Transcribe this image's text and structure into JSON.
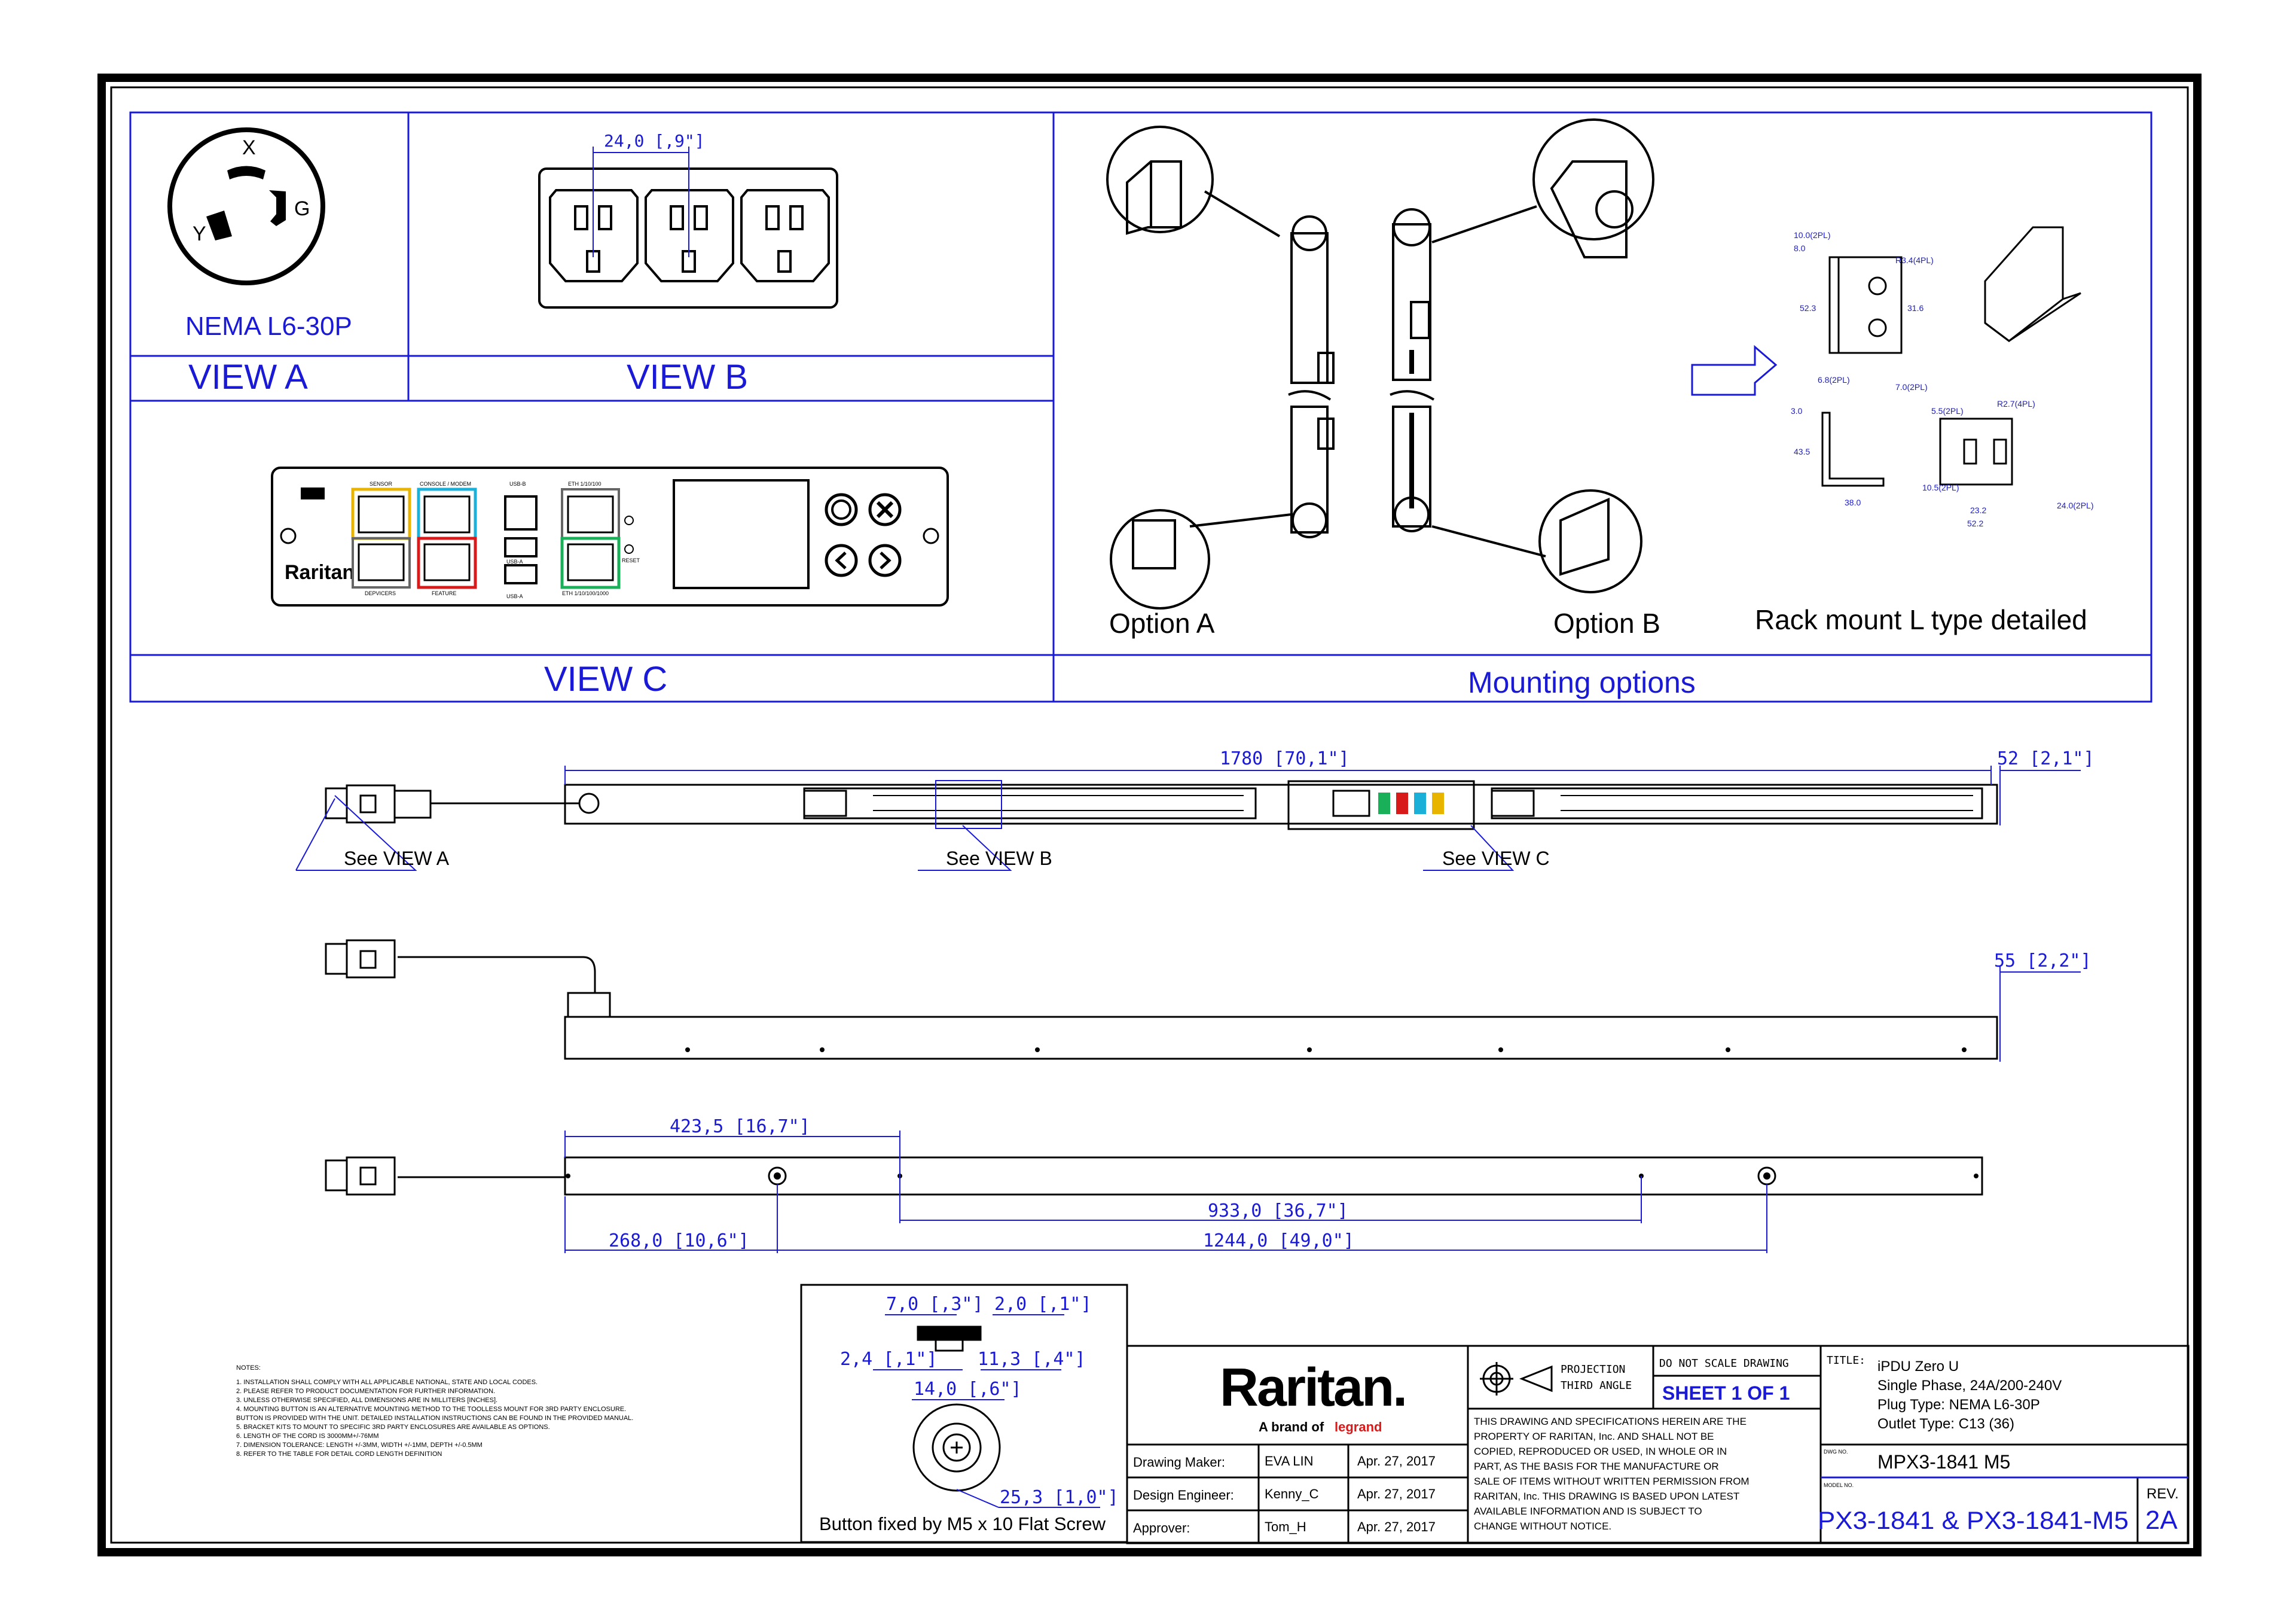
{
  "views": {
    "view_a": {
      "label": "VIEW A",
      "plug_caption": "NEMA L6-30P",
      "pin_x": "X",
      "pin_y": "Y",
      "pin_g": "G"
    },
    "view_b": {
      "label": "VIEW B",
      "dim": "24,0 [,9\"]"
    },
    "view_c": {
      "label": "VIEW C",
      "brand": "Raritan",
      "port_labels": [
        "SENSOR",
        "CONSOLE / MODEM",
        "USB-B",
        "ETH 1/10/100",
        "DEPVICERS",
        "FEATURE",
        "USB-A",
        "USB-A",
        "ETH 1/10/100/1000",
        "RESET"
      ]
    },
    "mounting": {
      "label": "Mounting options",
      "option_a": "Option A",
      "option_b": "Option B",
      "rack_detail": "Rack mount L type detailed"
    },
    "bracket_dims": [
      "10.0(2PL)",
      "8.0",
      "R3.4(4PL)",
      "52.3",
      "31.6",
      "6.8(2PL)",
      "7.0(2PL)",
      "5.5(2PL)",
      "R2.7(4PL)",
      "3.0",
      "43.5",
      "38.0",
      "10.5(2PL)",
      "23.2",
      "52.2",
      "24.0(2PL)"
    ]
  },
  "drawing": {
    "dim_length": "1780 [70,1\"]",
    "dim_width": "52 [2,1\"]",
    "dim_depth": "55 [2,2\"]",
    "see_view_a": "See VIEW A",
    "see_view_b": "See VIEW B",
    "see_view_c": "See VIEW C",
    "dim_4235": "423,5 [16,7\"]",
    "dim_933": "933,0 [36,7\"]",
    "dim_268": "268,0 [10,6\"]",
    "dim_1244": "1244,0 [49,0\"]"
  },
  "button_detail": {
    "caption": "Button fixed by M5 x 10 Flat Screw",
    "dim_70": "7,0 [,3\"]",
    "dim_20": "2,0 [,1\"]",
    "dim_24": "2,4 [,1\"]",
    "dim_113": "11,3 [,4\"]",
    "dim_140": "14,0 [,6\"]",
    "dim_253": "25,3 [1,0\"]"
  },
  "notes": {
    "title": "NOTES:",
    "lines": [
      "1. INSTALLATION SHALL COMPLY WITH ALL APPLICABLE NATIONAL, STATE AND LOCAL CODES.",
      "2. PLEASE REFER TO PRODUCT DOCUMENTATION FOR FURTHER INFORMATION.",
      "3. UNLESS OTHERWISE SPECIFIED, ALL DIMENSIONS ARE IN MILLITERS [INCHES].",
      "4. MOUNTING BUTTON IS AN ALTERNATIVE MOUNTING METHOD TO THE TOOLLESS MOUNT FOR 3RD PARTY ENCLOSURE.",
      "   BUTTON IS PROVIDED WITH THE UNIT. DETAILED INSTALLATION INSTRUCTIONS CAN BE FOUND IN THE PROVIDED MANUAL.",
      "5. BRACKET KITS TO MOUNT TO SPECIFIC 3RD PARTY ENCLOSURES ARE AVAILABLE AS OPTIONS.",
      "6. LENGTH OF THE CORD IS 3000MM+/-76MM",
      "7. DIMENSION TOLERANCE: LENGTH +/-3MM, WIDTH +/-1MM, DEPTH +/-0.5MM",
      "8. REFER TO THE TABLE FOR DETAIL CORD LENGTH DEFINITION"
    ]
  },
  "title_block": {
    "logo": "Raritan.",
    "brand_line": "A brand of",
    "brand_name": "legrand",
    "rows": [
      {
        "role": "Drawing Maker:",
        "name": "EVA LIN",
        "date": "Apr. 27, 2017"
      },
      {
        "role": "Design Engineer:",
        "name": "Kenny_C",
        "date": "Apr. 27, 2017"
      },
      {
        "role": "Approver:",
        "name": "Tom_H",
        "date": "Apr. 27, 2017"
      }
    ],
    "projection": "PROJECTION",
    "third_angle": "THIRD ANGLE",
    "do_not_scale": "DO NOT SCALE DRAWING",
    "sheet": "SHEET 1 OF 1",
    "property_text": [
      "THIS DRAWING AND SPECIFICATIONS HEREIN ARE THE",
      "PROPERTY OF RARITAN, Inc. AND SHALL NOT BE",
      "COPIED, REPRODUCED OR USED, IN WHOLE OR IN",
      "PART, AS THE BASIS FOR THE MANUFACTURE OR",
      "SALE OF ITEMS WITHOUT WRITTEN PERMISSION FROM",
      "RARITAN, Inc. THIS DRAWING IS BASED UPON LATEST",
      "AVAILABLE INFORMATION AND IS SUBJECT TO",
      "CHANGE WITHOUT NOTICE."
    ],
    "title_label": "TITLE:",
    "title_lines": [
      "iPDU Zero U",
      "Single Phase, 24A/200-240V",
      "Plug Type: NEMA L6-30P",
      "Outlet Type: C13 (36)"
    ],
    "dwg_label": "DWG NO.",
    "dwg_no": "MPX3-1841 M5",
    "model_label": "MODEL NO.",
    "model_no": "PX3-1841 & PX3-1841-M5",
    "rev_label": "REV.",
    "rev": "2A"
  }
}
